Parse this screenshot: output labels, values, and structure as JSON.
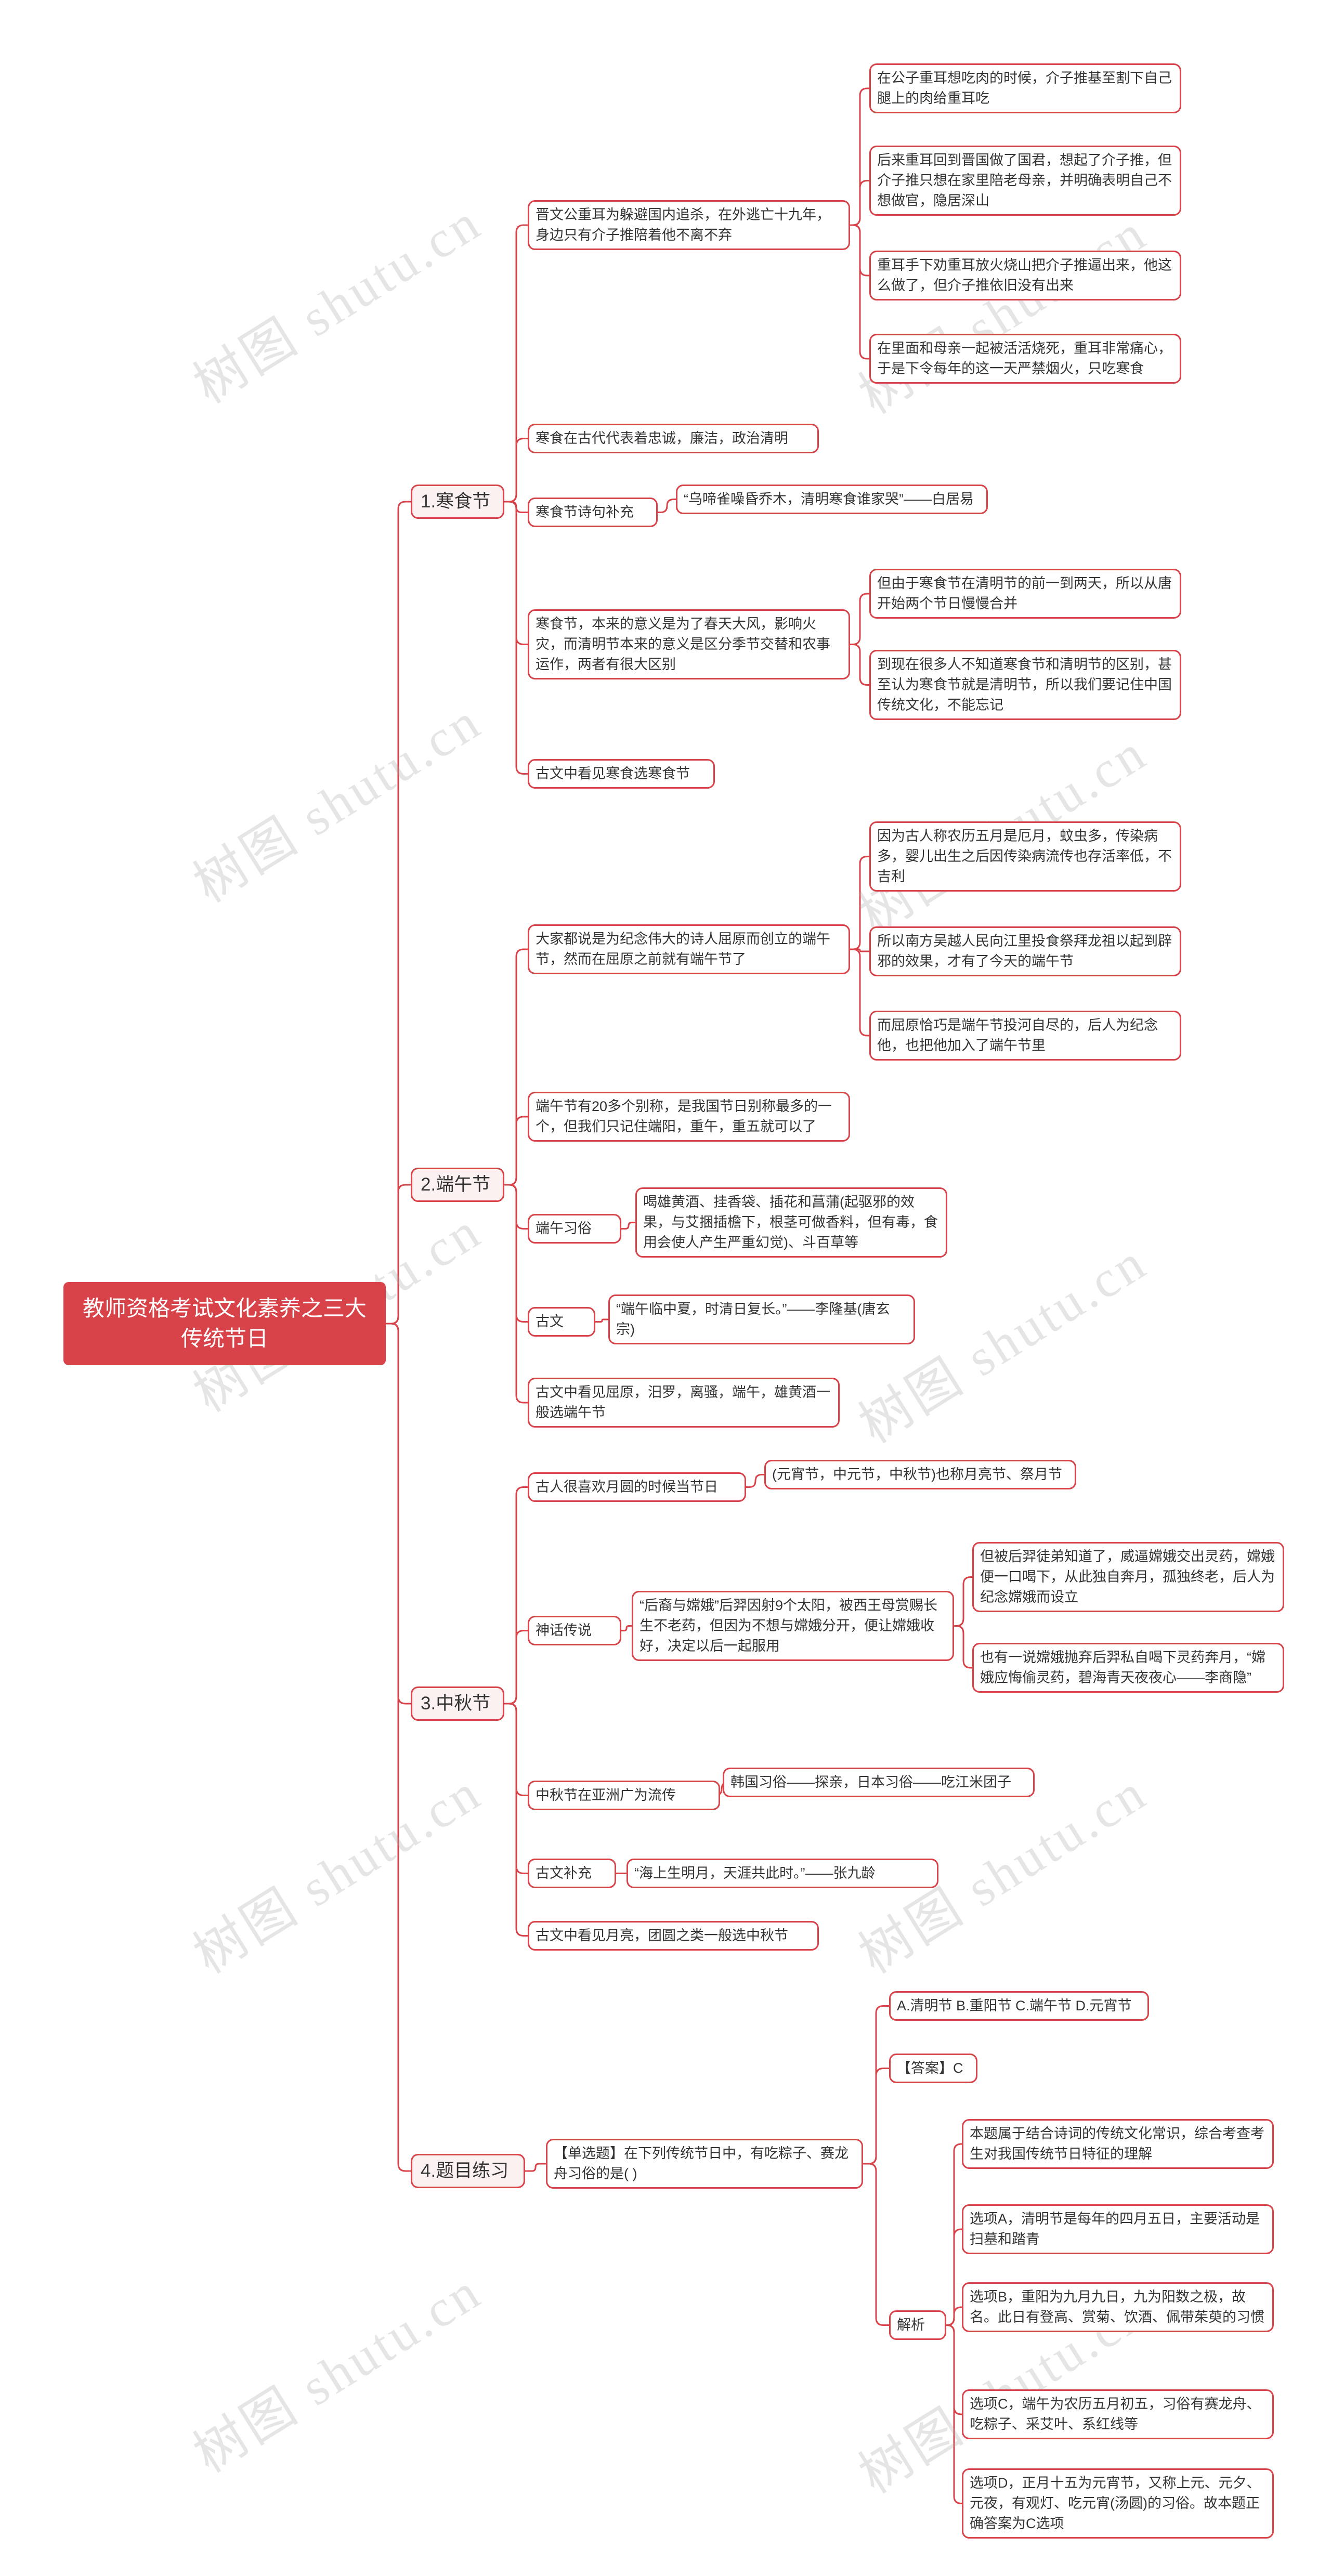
{
  "root": "教师资格考试文化素养之三大传统节日",
  "watermark": "树图 shutu.cn",
  "colors": {
    "accent": "#d8434a",
    "line": "#d8434a",
    "level1_bg": "#fbf1f1"
  },
  "nodes": {
    "s1": "1.寒食节",
    "s1a": "晋文公重耳为躲避国内追杀，在外逃亡十九年，身边只有介子推陪着他不离不弃",
    "s1a1": "在公子重耳想吃肉的时候，介子推基至割下自己腿上的肉给重耳吃",
    "s1a2": "后来重耳回到晋国做了国君，想起了介子推，但介子推只想在家里陪老母亲，并明确表明自己不想做官，隐居深山",
    "s1a3": "重耳手下劝重耳放火烧山把介子推逼出来，他这么做了，但介子推依旧没有出来",
    "s1a4": "在里面和母亲一起被活活烧死，重耳非常痛心，于是下令每年的这一天严禁烟火，只吃寒食",
    "s1b": "寒食在古代代表着忠诚，廉洁，政治清明",
    "s1c": "寒食节诗句补充",
    "s1c1": "“乌啼雀噪昏乔木，清明寒食谁家哭”——白居易",
    "s1d": "寒食节，本来的意义是为了春天大风，影响火灾，而清明节本来的意义是区分季节交替和农事运作，两者有很大区别",
    "s1d1": "但由于寒食节在清明节的前一到两天，所以从唐开始两个节日慢慢合并",
    "s1d2": "到现在很多人不知道寒食节和清明节的区别，甚至认为寒食节就是清明节，所以我们要记住中国传统文化，不能忘记",
    "s1e": "古文中看见寒食选寒食节",
    "s2": "2.端午节",
    "s2a": "大家都说是为纪念伟大的诗人屈原而创立的端午节，然而在屈原之前就有端午节了",
    "s2a1": "因为古人称农历五月是厄月，蚊虫多，传染病多，婴儿出生之后因传染病流传也存活率低，不吉利",
    "s2a2": "所以南方吴越人民向江里投食祭拜龙祖以起到辟邪的效果，才有了今天的端午节",
    "s2a3": "而屈原恰巧是端午节投河自尽的，后人为纪念他，也把他加入了端午节里",
    "s2b": "端午节有20多个别称，是我国节日别称最多的一个，但我们只记住端阳，重午，重五就可以了",
    "s2c": "端午习俗",
    "s2c1": "喝雄黄酒、挂香袋、插花和菖蒲(起驱邪的效果，与艾捆插檐下，根茎可做香料，但有毒，食用会使人产生严重幻觉)、斗百草等",
    "s2d": "古文",
    "s2d1": "“端午临中夏，时清日复长。”——李隆基(唐玄宗)",
    "s2e": "古文中看见屈原，汨罗，离骚，端午，雄黄酒一般选端午节",
    "s3": "3.中秋节",
    "s3a": "古人很喜欢月圆的时候当节日",
    "s3a1": "(元宵节，中元节，中秋节)也称月亮节、祭月节",
    "s3b": "神话传说",
    "s3b1": "“后裔与嫦娥”后羿因射9个太阳，被西王母赏赐长生不老药，但因为不想与嫦娥分开，便让嫦娥收好，决定以后一起服用",
    "s3b1a": "但被后羿徒弟知道了，威逼嫦娥交出灵药，嫦娥便一口喝下，从此独自奔月，孤独终老，后人为纪念嫦娥而设立",
    "s3b1b": "也有一说嫦娥抛弃后羿私自喝下灵药奔月，“嫦娥应悔偷灵药，碧海青天夜夜心——李商隐”",
    "s3c": "中秋节在亚洲广为流传",
    "s3c1": "韩国习俗——探亲，日本习俗——吃江米团子",
    "s3d": "古文补充",
    "s3d1": "“海上生明月，天涯共此时。”——张九龄",
    "s3e": "古文中看见月亮，团圆之类一般选中秋节",
    "s4": "4.题目练习",
    "s4a": "【单选题】在下列传统节日中，有吃粽子、赛龙舟习俗的是( )",
    "s4a1": "A.清明节 B.重阳节 C.端午节 D.元宵节",
    "s4a2": "【答案】C",
    "s4a3": "解析",
    "s4a3a": "本题属于结合诗词的传统文化常识，综合考查考生对我国传统节日特征的理解",
    "s4a3b": "选项A，清明节是每年的四月五日，主要活动是扫墓和踏青",
    "s4a3c": "选项B，重阳为九月九日，九为阳数之极，故名。此日有登高、赏菊、饮酒、佩带茱萸的习惯",
    "s4a3d": "选项C，端午为农历五月初五，习俗有赛龙舟、吃粽子、采艾叶、系红线等",
    "s4a3e": "选项D，正月十五为元宵节，又称上元、元夕、元夜，有观灯、吃元宵(汤圆)的习俗。故本题正确答案为C选项"
  }
}
